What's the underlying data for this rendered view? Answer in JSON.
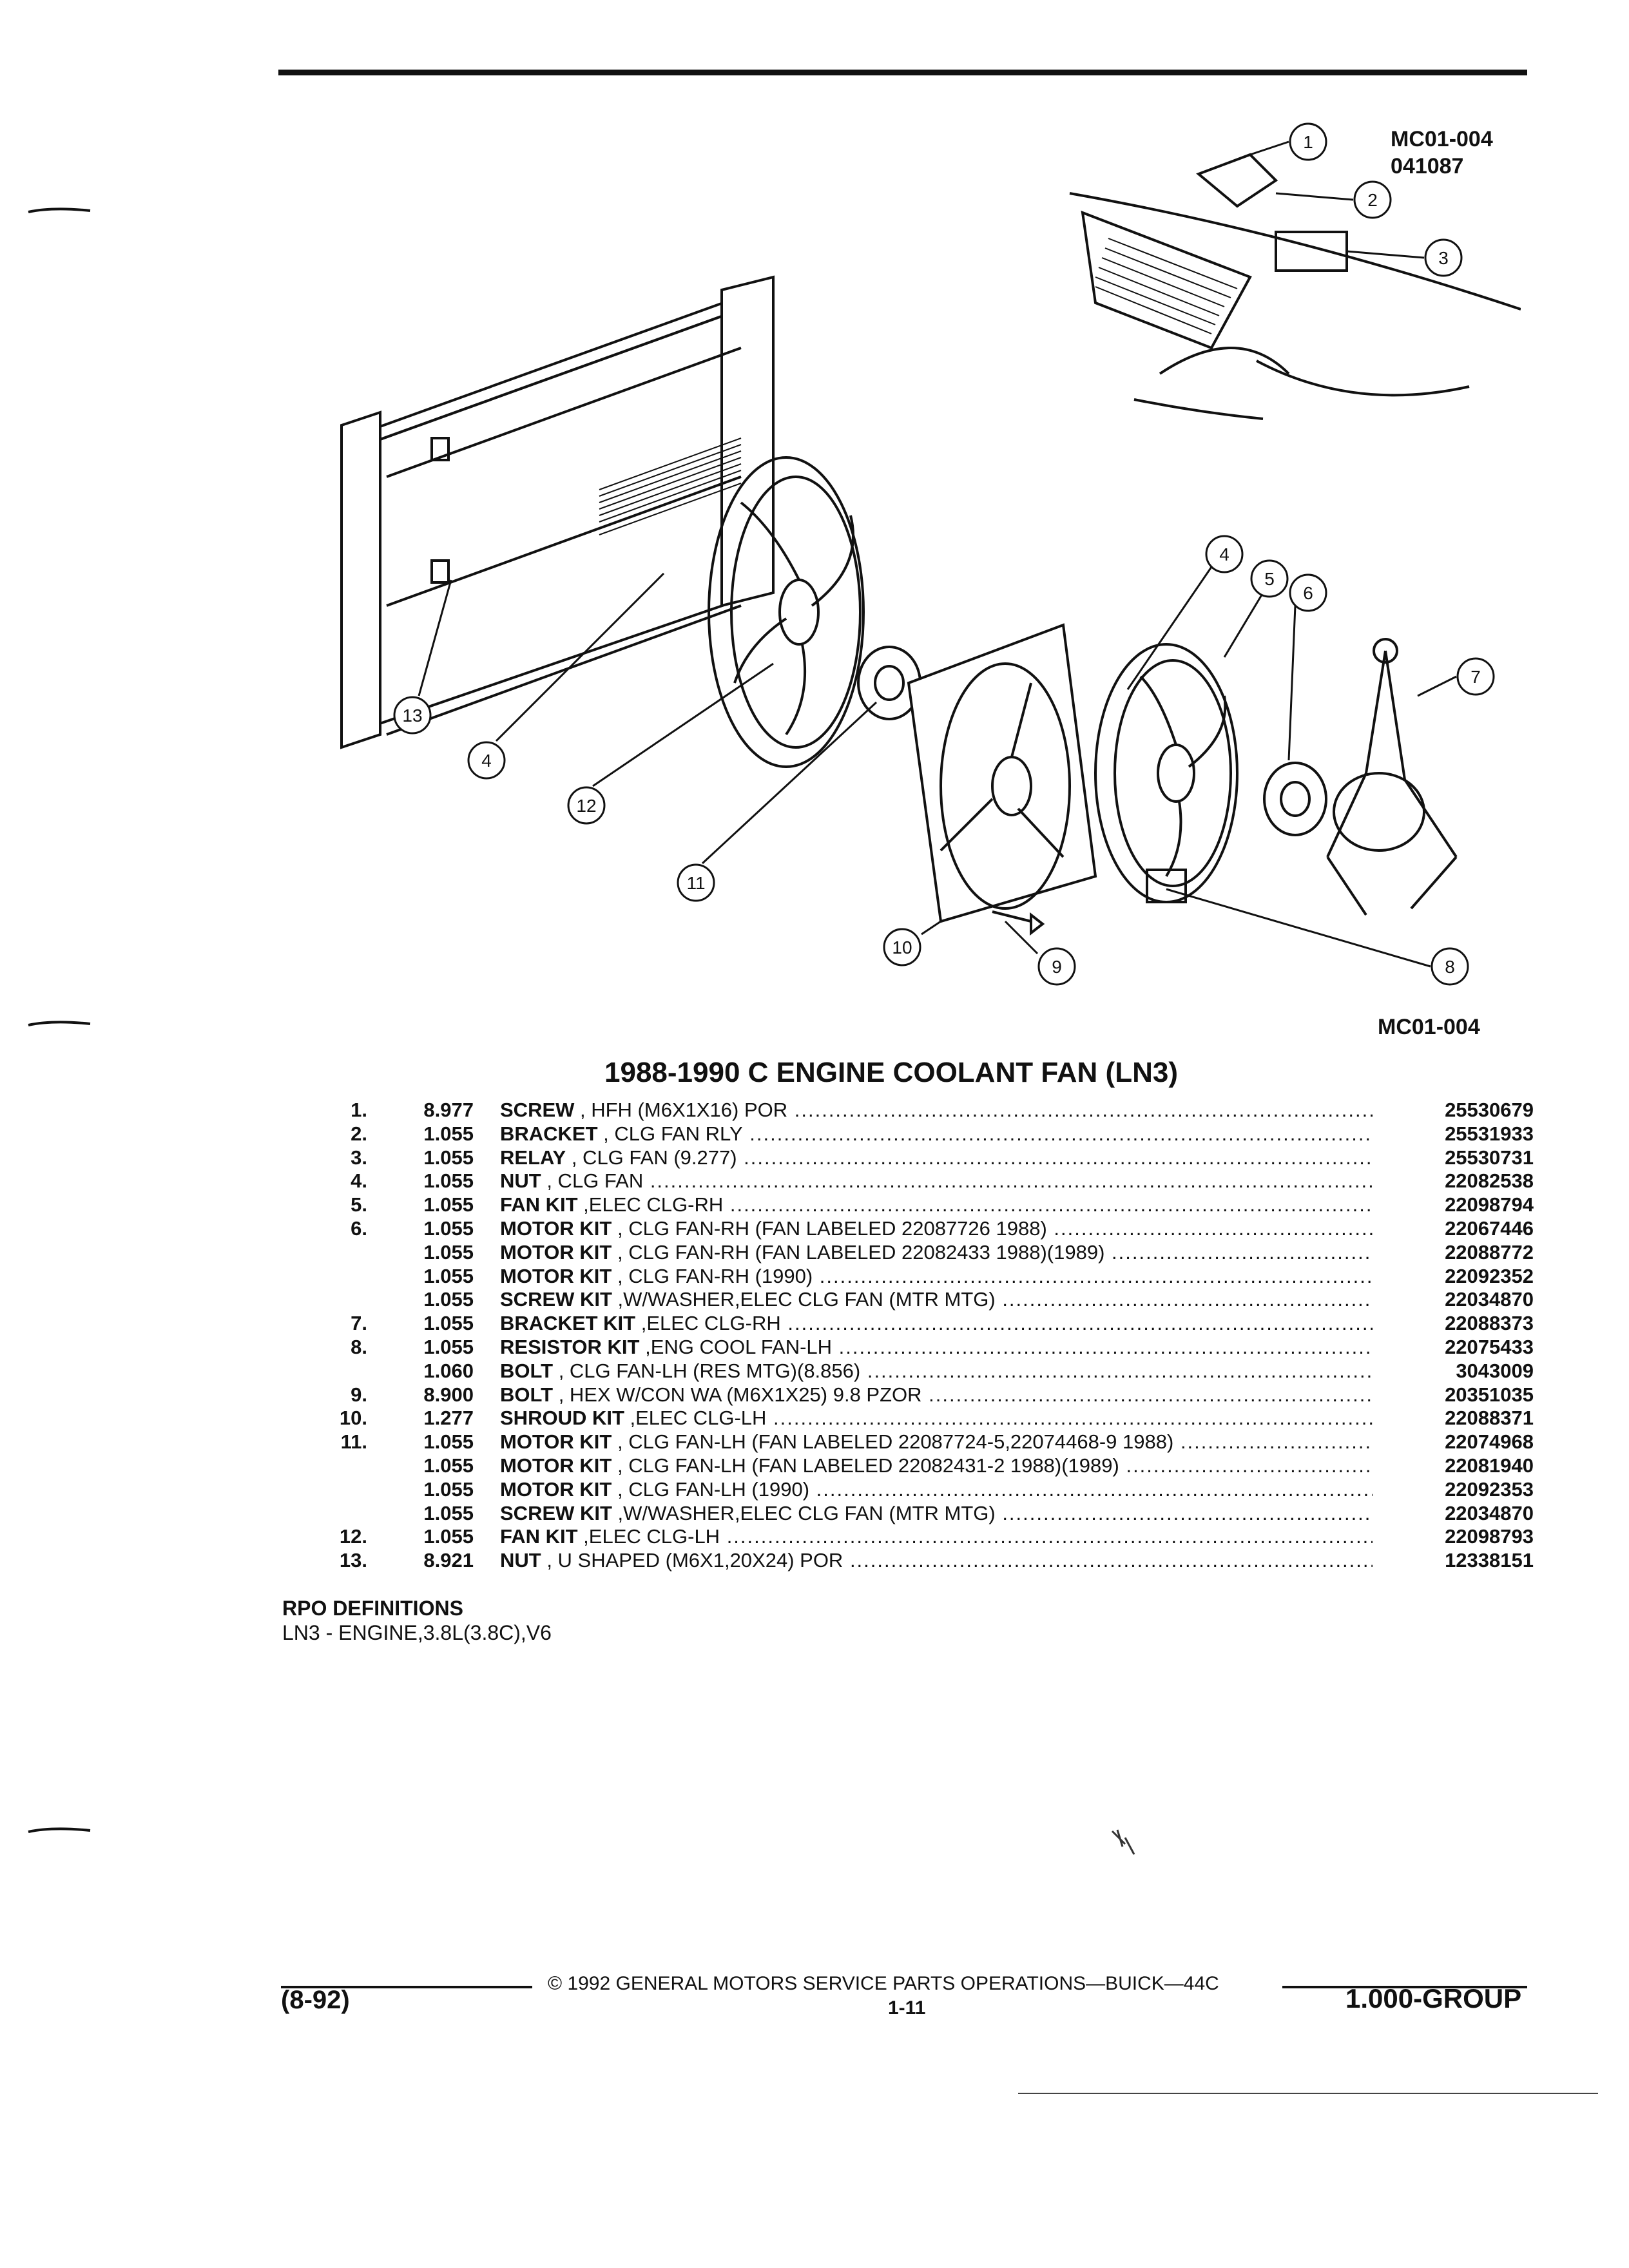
{
  "figure": {
    "code_top": "MC01-004",
    "date_code": "041087",
    "code_bottom": "MC01-004",
    "callouts": [
      "1",
      "2",
      "3",
      "4",
      "5",
      "6",
      "7",
      "8",
      "9",
      "10",
      "11",
      "12",
      "13",
      "4"
    ]
  },
  "title": "1988-1990 C ENGINE COOLANT FAN (LN3)",
  "parts": [
    {
      "item": "1.",
      "price": "8.977",
      "name": "SCREW",
      "detail": " , HFH (M6X1X16) POR",
      "part_no": "25530679"
    },
    {
      "item": "2.",
      "price": "1.055",
      "name": "BRACKET",
      "detail": " , CLG FAN RLY",
      "part_no": "25531933"
    },
    {
      "item": "3.",
      "price": "1.055",
      "name": "RELAY",
      "detail": " , CLG FAN (9.277)",
      "part_no": "25530731"
    },
    {
      "item": "4.",
      "price": "1.055",
      "name": "NUT",
      "detail": " , CLG FAN",
      "part_no": "22082538"
    },
    {
      "item": "5.",
      "price": "1.055",
      "name": "FAN KIT",
      "detail": " ,ELEC CLG-RH",
      "part_no": "22098794"
    },
    {
      "item": "6.",
      "price": "1.055",
      "name": "MOTOR KIT",
      "detail": " , CLG FAN-RH (FAN LABELED 22087726 1988)",
      "part_no": "22067446"
    },
    {
      "item": "",
      "price": "1.055",
      "name": "MOTOR KIT",
      "detail": " , CLG FAN-RH (FAN LABELED 22082433 1988)(1989)",
      "part_no": "22088772"
    },
    {
      "item": "",
      "price": "1.055",
      "name": "MOTOR KIT",
      "detail": " , CLG FAN-RH (1990)",
      "part_no": "22092352"
    },
    {
      "item": "",
      "price": "1.055",
      "name": "SCREW KIT",
      "detail": " ,W/WASHER,ELEC CLG FAN (MTR MTG)",
      "part_no": "22034870"
    },
    {
      "item": "7.",
      "price": "1.055",
      "name": "BRACKET KIT",
      "detail": " ,ELEC CLG-RH",
      "part_no": "22088373"
    },
    {
      "item": "8.",
      "price": "1.055",
      "name": "RESISTOR KIT",
      "detail": " ,ENG COOL FAN-LH",
      "part_no": "22075433"
    },
    {
      "item": "",
      "price": "1.060",
      "name": "BOLT",
      "detail": " , CLG FAN-LH (RES MTG)(8.856)",
      "part_no": "3043009"
    },
    {
      "item": "9.",
      "price": "8.900",
      "name": "BOLT",
      "detail": " , HEX W/CON WA (M6X1X25) 9.8 PZOR",
      "part_no": "20351035"
    },
    {
      "item": "10.",
      "price": "1.277",
      "name": "SHROUD KIT",
      "detail": " ,ELEC CLG-LH",
      "part_no": "22088371"
    },
    {
      "item": "11.",
      "price": "1.055",
      "name": "MOTOR KIT",
      "detail": " , CLG FAN-LH (FAN LABELED 22087724-5,22074468-9 1988)",
      "part_no": "22074968"
    },
    {
      "item": "",
      "price": "1.055",
      "name": "MOTOR KIT",
      "detail": " , CLG FAN-LH (FAN LABELED 22082431-2 1988)(1989)",
      "part_no": "22081940"
    },
    {
      "item": "",
      "price": "1.055",
      "name": "MOTOR KIT",
      "detail": " , CLG FAN-LH (1990)",
      "part_no": "22092353"
    },
    {
      "item": "",
      "price": "1.055",
      "name": "SCREW KIT",
      "detail": " ,W/WASHER,ELEC CLG FAN (MTR MTG)",
      "part_no": "22034870"
    },
    {
      "item": "12.",
      "price": "1.055",
      "name": "FAN KIT",
      "detail": " ,ELEC CLG-LH",
      "part_no": "22098793"
    },
    {
      "item": "13.",
      "price": "8.921",
      "name": "NUT",
      "detail": " , U SHAPED (M6X1,20X24) POR",
      "part_no": "12338151"
    }
  ],
  "rpo": {
    "heading": "RPO DEFINITIONS",
    "line": "LN3 - ENGINE,3.8L(3.8C),V6"
  },
  "footer": {
    "copyright": "© 1992 GENERAL MOTORS SERVICE PARTS OPERATIONS—BUICK—44C",
    "revision": "(8-92)",
    "page": "1-11",
    "group": "1.000-GROUP"
  }
}
